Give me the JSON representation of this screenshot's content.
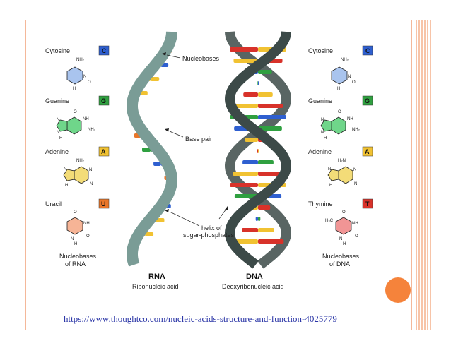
{
  "diagram": {
    "left_column": {
      "items": [
        {
          "name": "Cytosine",
          "letter": "C",
          "color": "#2e5fd0",
          "atoms": [
            "NH₂",
            "N",
            "O",
            "H"
          ]
        },
        {
          "name": "Guanine",
          "letter": "G",
          "color": "#2fa040",
          "atoms": [
            "O",
            "NH",
            "N",
            "NH₂",
            "N",
            "H"
          ]
        },
        {
          "name": "Adenine",
          "letter": "A",
          "color": "#f1c232",
          "atoms": [
            "NH₂",
            "N",
            "N",
            "N",
            "H"
          ]
        },
        {
          "name": "Uracil",
          "letter": "U",
          "color": "#e8762a",
          "atoms": [
            "O",
            "NH",
            "O",
            "N",
            "H"
          ]
        }
      ],
      "caption_line1": "Nucleobases",
      "caption_line2": "of RNA"
    },
    "right_column": {
      "items": [
        {
          "name": "Cytosine",
          "letter": "C",
          "color": "#2e5fd0",
          "atoms": [
            "NH₂",
            "N",
            "O",
            "H"
          ]
        },
        {
          "name": "Guanine",
          "letter": "G",
          "color": "#2fa040",
          "atoms": [
            "O",
            "NH",
            "N",
            "NH₂",
            "N",
            "H"
          ]
        },
        {
          "name": "Adenine",
          "letter": "A",
          "color": "#f1c232",
          "atoms": [
            "H₂N",
            "N",
            "N",
            "N",
            "H"
          ]
        },
        {
          "name": "Thymine",
          "letter": "T",
          "color": "#d8322a",
          "atoms": [
            "H₃C",
            "O",
            "NH",
            "N",
            "O",
            "H"
          ]
        }
      ],
      "caption_line1": "Nucleobases",
      "caption_line2": "of DNA"
    },
    "callouts": {
      "nucleobases": "Nucleobases",
      "base_pair": "Base pair",
      "helix_line1": "helix of",
      "helix_line2": "sugar-phosphates"
    },
    "rna": {
      "title": "RNA",
      "subtitle": "Ribonucleic acid"
    },
    "dna": {
      "title": "DNA",
      "subtitle": "Deoxyribonucleic acid"
    },
    "colors": {
      "rna_backbone": "#7a9c96",
      "dna_backbone": "#3c4a48",
      "cytosine": "#2e5fd0",
      "guanine": "#2fa040",
      "adenine": "#f1c232",
      "uracil": "#e8762a",
      "thymine": "#d8322a",
      "accent": "#f5833b"
    }
  },
  "footer": {
    "source_url": "https://www.thoughtco.com/nucleic-acids-structure-and-function-4025779"
  }
}
